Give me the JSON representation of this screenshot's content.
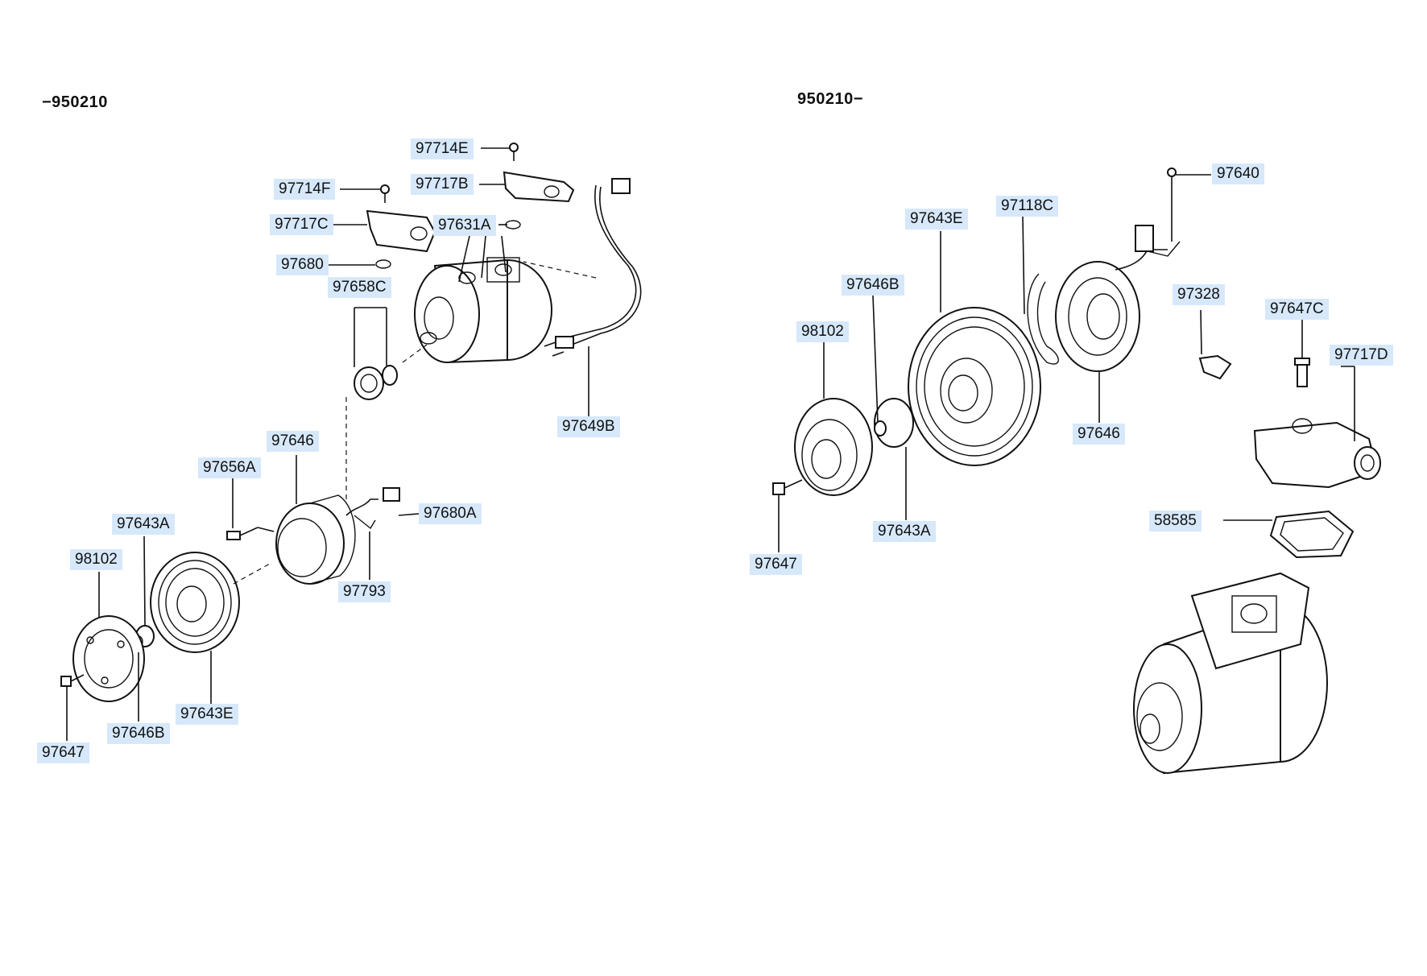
{
  "sections": {
    "left": {
      "title": "−950210"
    },
    "right": {
      "title": "950210−"
    }
  },
  "labels": {
    "l_97714E": "97714E",
    "l_97717B": "97717B",
    "l_97714F": "97714F",
    "l_97717C": "97717C",
    "l_97631A": "97631A",
    "l_97680": "97680",
    "l_97658C": "97658C",
    "l_97649B": "97649B",
    "l_97646": "97646",
    "l_97656A": "97656A",
    "l_97680A": "97680A",
    "l_97643A": "97643A",
    "l_98102": "98102",
    "l_97793": "97793",
    "l_97643E": "97643E",
    "l_97646B": "97646B",
    "l_97647": "97647",
    "r_97640": "97640",
    "r_97643E": "97643E",
    "r_97118C": "97118C",
    "r_97646B": "97646B",
    "r_97328": "97328",
    "r_98102": "98102",
    "r_97647C": "97647C",
    "r_97717D": "97717D",
    "r_97646": "97646",
    "r_58585": "58585",
    "r_97643A": "97643A",
    "r_97647": "97647"
  }
}
